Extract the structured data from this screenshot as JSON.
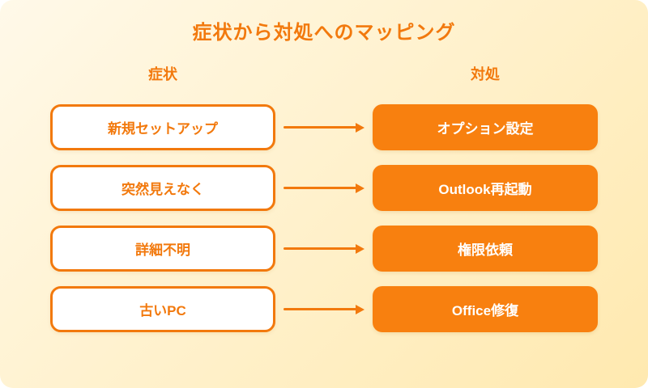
{
  "page": {
    "title": "症状から対処へのマッピング"
  },
  "columns": {
    "left_header": "症状",
    "right_header": "対処"
  },
  "mappings": [
    {
      "symptom": "新規セットアップ",
      "action": "オプション設定"
    },
    {
      "symptom": "突然見えなく",
      "action": "Outlook再起動"
    },
    {
      "symptom": "詳細不明",
      "action": "権限依頼"
    },
    {
      "symptom": "古いPC",
      "action": "Office修復"
    }
  ],
  "colors": {
    "accent": "#F2790D",
    "box_fill": "#F8800F",
    "bg_from": "#FFF9E9",
    "bg_to": "#FFE9AF",
    "box_text_light": "#FFFFFF"
  }
}
